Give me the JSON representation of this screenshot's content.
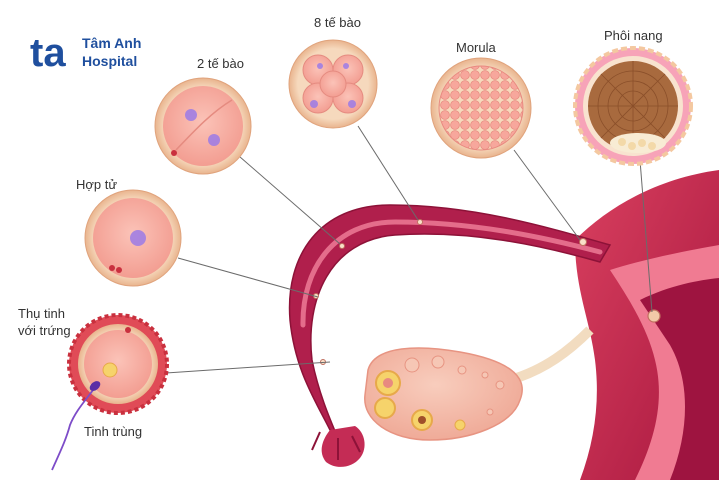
{
  "logo": {
    "mark": "ta",
    "name_line1": "Tâm Anh",
    "name_line2": "Hospital",
    "color": "#1f4f9e"
  },
  "stages": {
    "fertilization": "Thụ tinh\nvới trứng",
    "zygote": "Hợp tử",
    "two_cell": "2 tế bào",
    "eight_cell": "8 tế bào",
    "morula": "Morula",
    "blastocyst": "Phôi nang",
    "sperm": "Tinh trùng"
  },
  "colors": {
    "tube": "#b5214e",
    "tube_light": "#e8698a",
    "cell_fill": "#f7a9a0",
    "cell_rim": "#f2c9a8",
    "ovary": "#f4b9a8",
    "sperm": "#5a2ea6"
  }
}
